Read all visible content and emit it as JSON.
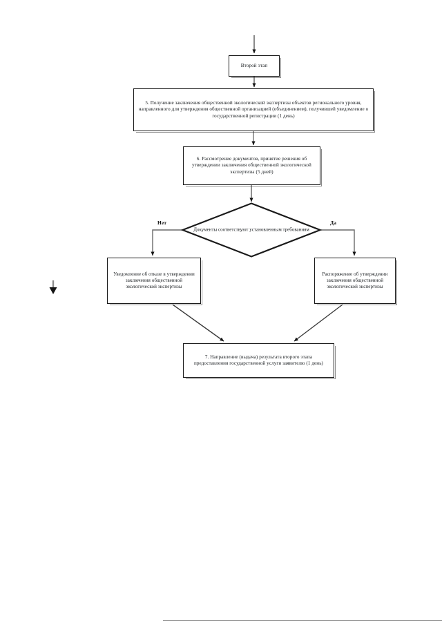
{
  "document": {
    "language": "ru",
    "type": "flowchart",
    "page_background": "#ffffff",
    "ink_color": "#15191c"
  },
  "flowchart": {
    "title_node": {
      "id": "stage2",
      "shape": "rectangle",
      "text": "Второй этап"
    },
    "nodes": [
      {
        "id": "step5",
        "shape": "rectangle",
        "text": "5. Получение заключения общественной экологической экспертизы объектов регионального уровня, направленного для утверждения общественной организацией (объединением), получившей уведомление о государственной регистрации (1 день)",
        "duration": "1 день",
        "number": "5"
      },
      {
        "id": "step6",
        "shape": "rectangle",
        "text": "6. Рассмотрение документов, принятие решения об утверждении заключения общественной экологической экспертизы (5 дней)",
        "duration": "5 дней",
        "number": "6"
      },
      {
        "id": "decision",
        "shape": "diamond",
        "text": "Документы соответствуют установленным требованиям"
      },
      {
        "id": "refusal",
        "shape": "rectangle",
        "text": "Уведомление об отказе в утверждении заключения общественной экологической экспертизы"
      },
      {
        "id": "approval",
        "shape": "rectangle",
        "text": "Распоряжение об утверждении заключения общественной экологической экспертизы"
      },
      {
        "id": "step7",
        "shape": "rectangle",
        "text": "7. Направление (выдача) результата второго этапа предоставления государственной услуги заявителю (1 день)",
        "duration": "1 день",
        "number": "7"
      }
    ],
    "edge_labels": {
      "no": "Нет",
      "yes": "Да"
    },
    "edges": [
      {
        "from": "entry",
        "to": "stage2",
        "label": ""
      },
      {
        "from": "stage2",
        "to": "step5",
        "label": ""
      },
      {
        "from": "step5",
        "to": "step6",
        "label": ""
      },
      {
        "from": "step6",
        "to": "decision",
        "label": ""
      },
      {
        "from": "decision",
        "to": "refusal",
        "label": "Нет"
      },
      {
        "from": "decision",
        "to": "approval",
        "label": "Да"
      },
      {
        "from": "refusal",
        "to": "step7",
        "label": ""
      },
      {
        "from": "approval",
        "to": "step7",
        "label": ""
      }
    ]
  }
}
